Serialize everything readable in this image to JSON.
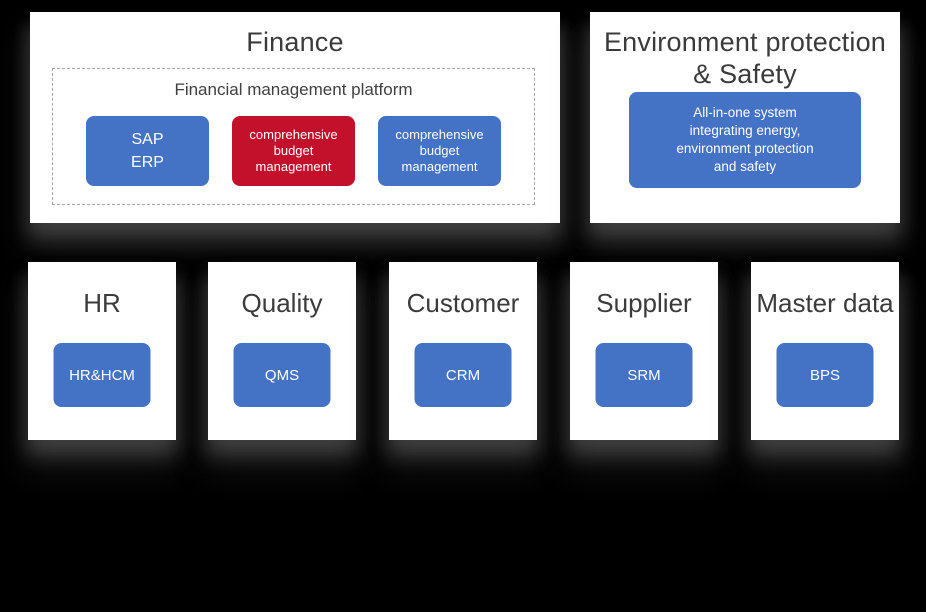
{
  "colors": {
    "background": "#000000",
    "card": "#ffffff",
    "title_text": "#3b3b3b",
    "blue": "#4472c4",
    "red": "#c3112b",
    "button_text": "#ffffff",
    "dashed_border": "#a6a6a6"
  },
  "finance": {
    "title": "Finance",
    "platform_label": "Financial management platform",
    "modules": [
      {
        "label": "SAP\nERP",
        "color": "#4472c4"
      },
      {
        "label": "comprehensive budget management",
        "color": "#c3112b"
      },
      {
        "label": "comprehensive budget management",
        "color": "#4472c4"
      }
    ]
  },
  "environment": {
    "title": "Environment protection\n& Safety",
    "module": {
      "label": "All-in-one system\nintegrating energy,\nenvironment protection\nand safety",
      "color": "#4472c4"
    }
  },
  "departments": [
    {
      "title": "HR",
      "module": "HR&HCM",
      "color": "#4472c4"
    },
    {
      "title": "Quality",
      "module": "QMS",
      "color": "#4472c4"
    },
    {
      "title": "Customer",
      "module": "CRM",
      "color": "#4472c4"
    },
    {
      "title": "Supplier",
      "module": "SRM",
      "color": "#4472c4"
    },
    {
      "title": "Master data",
      "module": "BPS",
      "color": "#4472c4"
    }
  ]
}
